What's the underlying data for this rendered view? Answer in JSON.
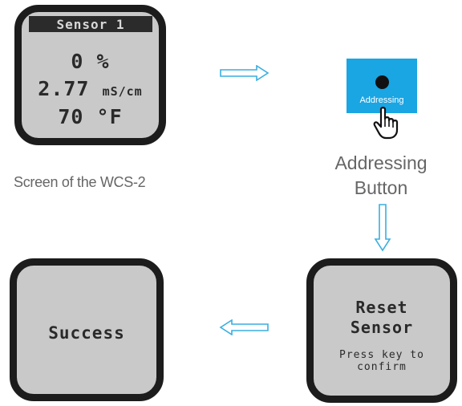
{
  "screen_wcs2": {
    "header": "Sensor 1",
    "line1": "0 %",
    "line2_value": "2.77",
    "line2_unit": "mS/cm",
    "line3": "70 °F"
  },
  "addressing_button": {
    "label": "Addressing",
    "color": "#1aa5e3"
  },
  "captions": {
    "screen": "Screen of the WCS-2",
    "button_line1": "Addressing",
    "button_line2": "Button"
  },
  "screen_reset": {
    "line1": "Reset",
    "line2": "Sensor",
    "line3": "Press key to",
    "line4": "confirm"
  },
  "screen_success": {
    "text": "Success"
  },
  "arrow_color": "#3aaee0",
  "icons": [
    "arrow-right-icon",
    "arrow-down-icon",
    "arrow-left-icon",
    "pointing-hand-icon"
  ]
}
